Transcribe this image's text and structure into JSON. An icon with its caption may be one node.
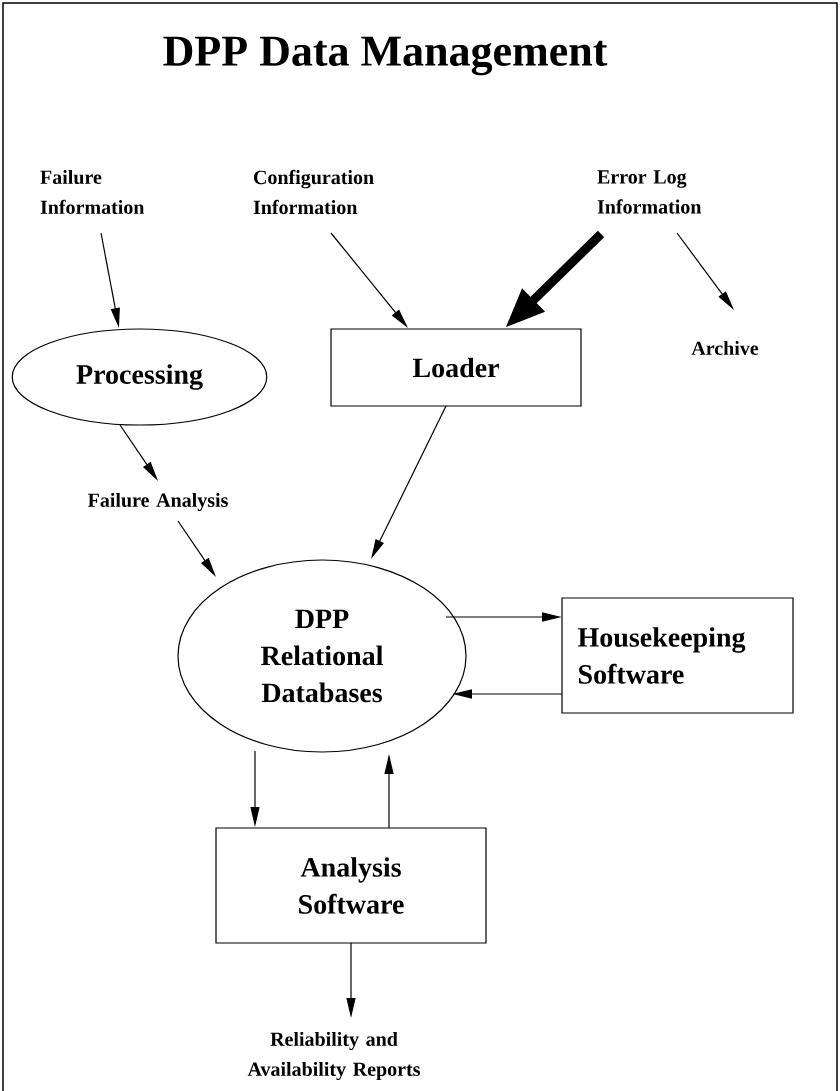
{
  "diagram": {
    "title": "DPP Data Management",
    "nodes": [
      {
        "text": [
          "Failure Information"
        ]
      },
      {
        "text": [
          "Configuration Information"
        ]
      },
      {
        "text": [
          "Error Log Information"
        ]
      },
      {
        "text": [
          "Processing"
        ]
      },
      {
        "text": [
          "Loader"
        ]
      },
      {
        "text": [
          "Archive"
        ]
      },
      {
        "text": [
          "Failure Analysis"
        ]
      },
      {
        "text": [
          "DPP Relational Databases"
        ]
      },
      {
        "text": [
          "Housekeeping Software"
        ]
      },
      {
        "text": [
          "Analysis Software"
        ]
      },
      {
        "text": [
          "Reliability and Availability Reports"
        ]
      }
    ],
    "edges": [
      {
        "from": 0,
        "to": 3,
        "arrow": "to"
      },
      {
        "from": 1,
        "to": 4,
        "arrow": "to"
      },
      {
        "from": 2,
        "to": 4,
        "arrow": "to",
        "style": "thick"
      },
      {
        "from": 2,
        "to": 5,
        "arrow": "to"
      },
      {
        "from": 3,
        "to": 6,
        "arrow": "to"
      },
      {
        "from": 6,
        "to": 7,
        "arrow": "to"
      },
      {
        "from": 4,
        "to": 7,
        "arrow": "to"
      },
      {
        "from": 7,
        "to": 8,
        "arrow": "to"
      },
      {
        "from": 8,
        "to": 7,
        "arrow": "to"
      },
      {
        "from": 7,
        "to": 9,
        "arrow": "to"
      },
      {
        "from": 9,
        "to": 7,
        "arrow": "to"
      },
      {
        "from": 9,
        "to": 10,
        "arrow": "to"
      }
    ]
  }
}
